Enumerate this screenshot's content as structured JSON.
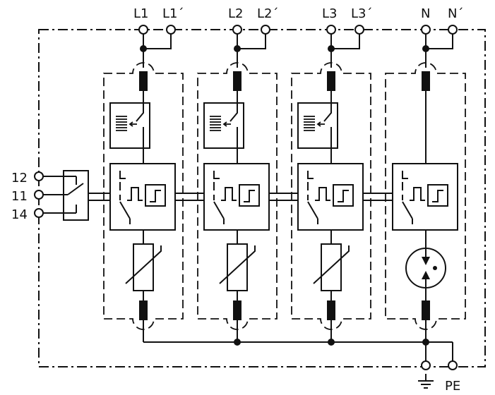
{
  "terminals": {
    "top": [
      {
        "id": "L1",
        "label": "L1"
      },
      {
        "id": "L1p",
        "label": "L1´"
      },
      {
        "id": "L2",
        "label": "L2"
      },
      {
        "id": "L2p",
        "label": "L2´"
      },
      {
        "id": "L3",
        "label": "L3"
      },
      {
        "id": "L3p",
        "label": "L3´"
      },
      {
        "id": "N",
        "label": "N"
      },
      {
        "id": "Np",
        "label": "N´"
      }
    ],
    "left": [
      {
        "id": "t12",
        "label": "12"
      },
      {
        "id": "t11",
        "label": "11"
      },
      {
        "id": "t14",
        "label": "14"
      }
    ],
    "bottom": [
      {
        "id": "earth",
        "label": "⏚"
      },
      {
        "id": "PE",
        "label": "PE"
      }
    ]
  },
  "modules": [
    {
      "phase": "L1",
      "protector": "varistor"
    },
    {
      "phase": "L2",
      "protector": "varistor"
    },
    {
      "phase": "L3",
      "protector": "varistor"
    },
    {
      "phase": "N",
      "protector": "spark-gap"
    }
  ]
}
